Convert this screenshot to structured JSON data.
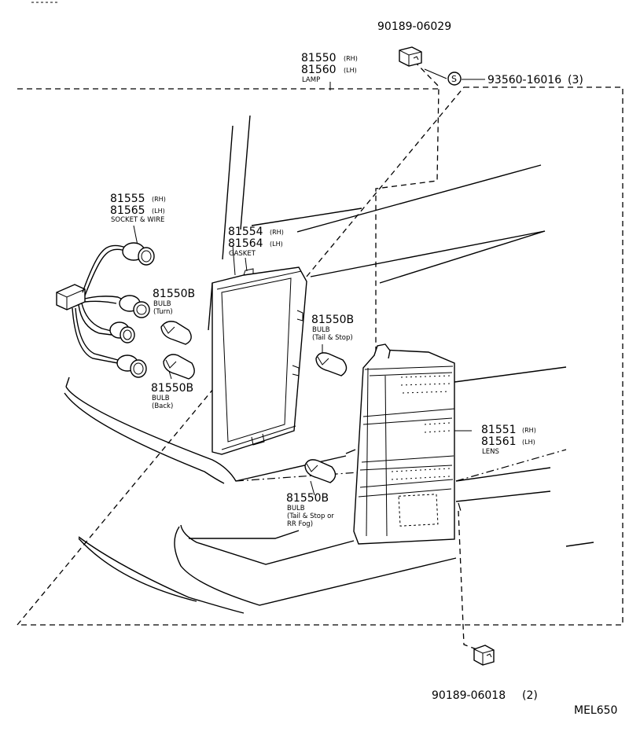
{
  "callouts": {
    "bolt_top": {
      "number": "90189-06029"
    },
    "lamp": {
      "rh": "81550",
      "rh_sfx": "(RH)",
      "lh": "81560",
      "lh_sfx": "(LH)",
      "name": "LAMP"
    },
    "screw": {
      "symbol": "S",
      "number": "93560-16016",
      "qty": "(3)"
    },
    "socket": {
      "rh": "81555",
      "rh_sfx": "(RH)",
      "lh": "81565",
      "lh_sfx": "(LH)",
      "name": "SOCKET & WIRE"
    },
    "gasket": {
      "rh": "81554",
      "rh_sfx": "(RH)",
      "lh": "81564",
      "lh_sfx": "(LH)",
      "name": "GASKET"
    },
    "bulb_turn": {
      "number": "81550B",
      "name": "BULB",
      "detail": "(Turn)"
    },
    "bulb_tail": {
      "number": "81550B",
      "name": "BULB",
      "detail": "(Tail & Stop)"
    },
    "bulb_back": {
      "number": "81550B",
      "name": "BULB",
      "detail": "(Back)"
    },
    "lens": {
      "rh": "81551",
      "rh_sfx": "(RH)",
      "lh": "81561",
      "lh_sfx": "(LH)",
      "name": "LENS"
    },
    "bulb_fog": {
      "number": "81550B",
      "name": "BULB",
      "detail1": "(Tail & Stop or",
      "detail2": "RR Fog)"
    },
    "bolt_bottom": {
      "number": "90189-06018",
      "qty": "(2)"
    }
  },
  "figure_code": "MEL650"
}
